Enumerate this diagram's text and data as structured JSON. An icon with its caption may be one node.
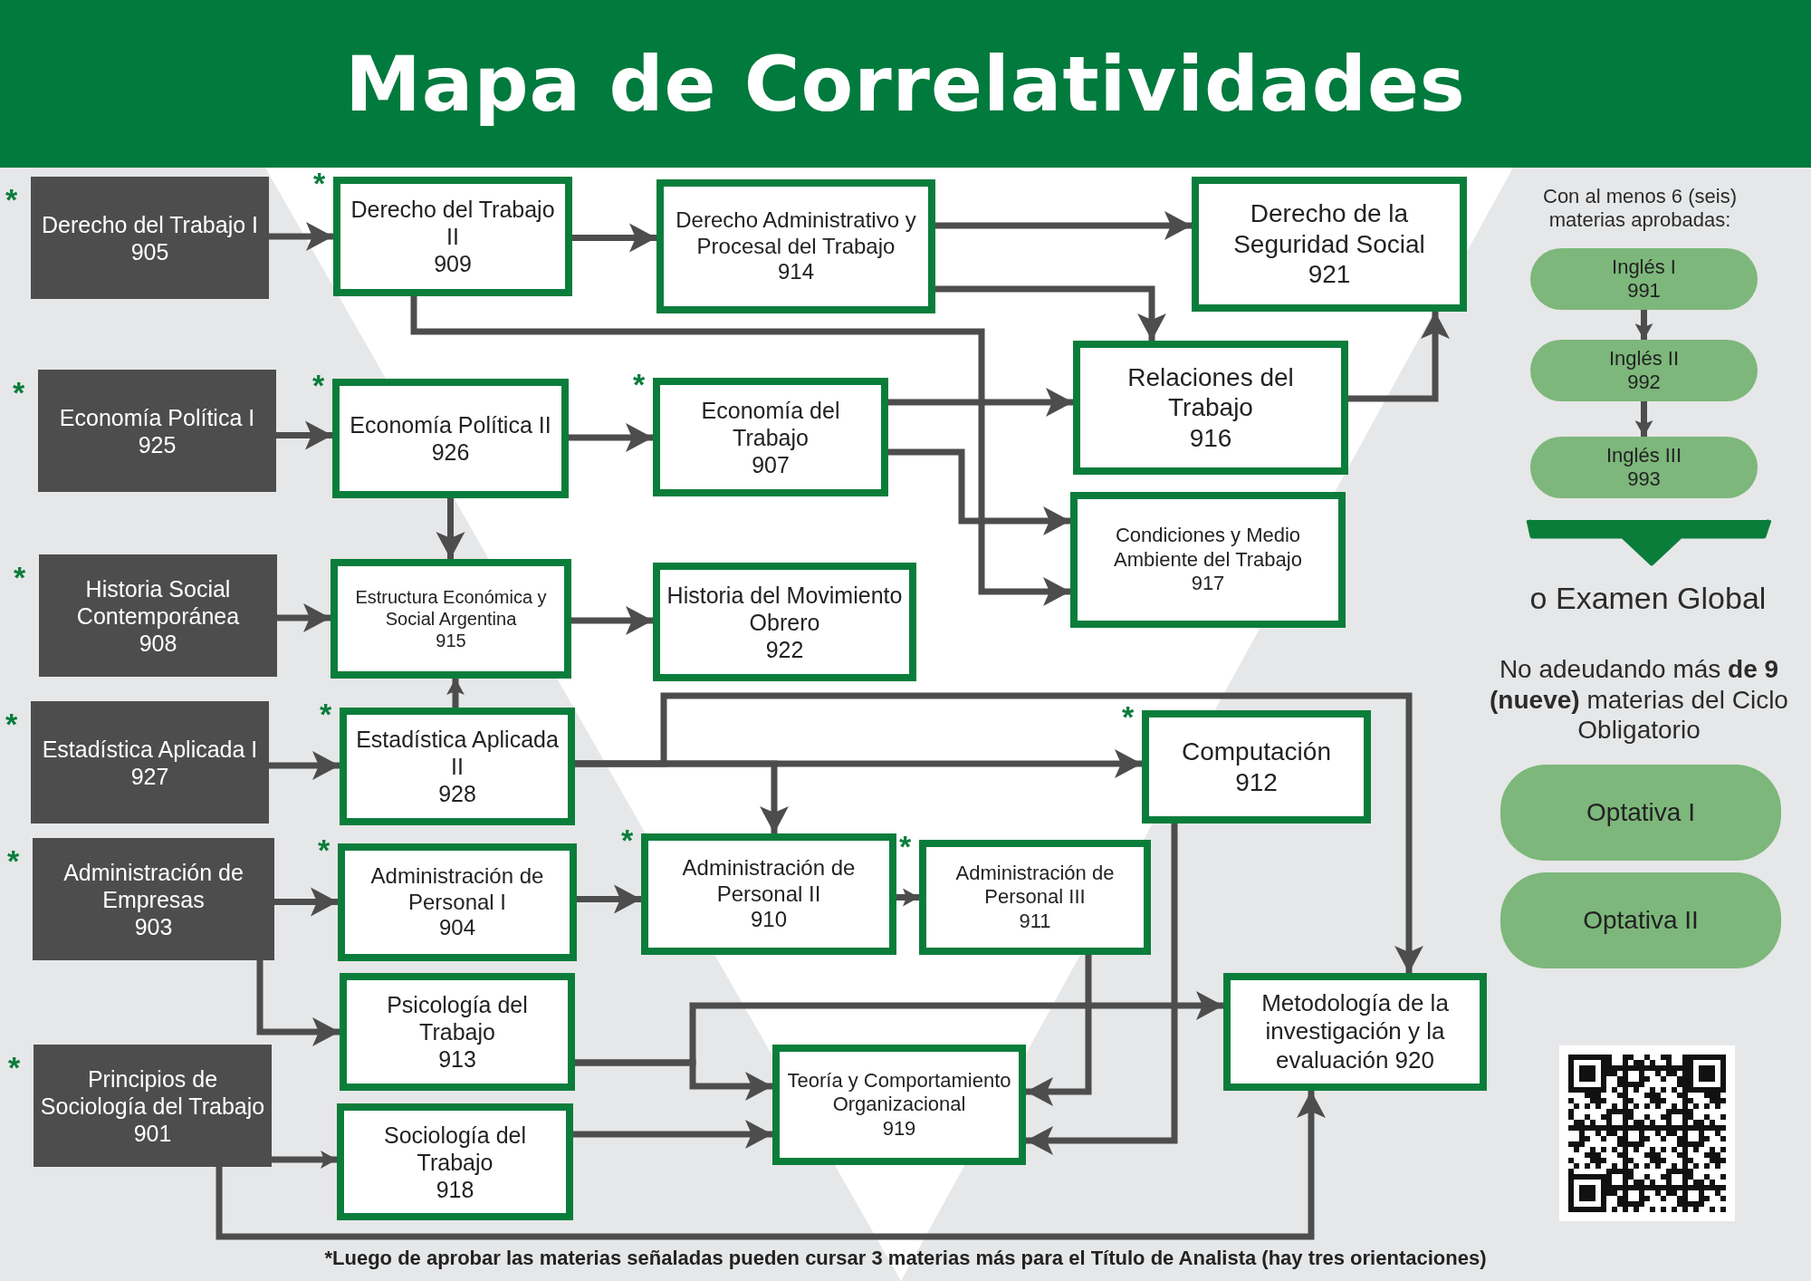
{
  "diagram": {
    "title": "Mapa de Correlatividades",
    "caption": "*Luego de aprobar las materias señaladas pueden cursar 3 materias más para el Título de Analista (hay tres orientaciones)",
    "nodes": [
      {
        "text": [
          "Derecho del Trabajo I",
          "905"
        ],
        "beside": [
          "*"
        ]
      },
      {
        "text": [
          "Derecho del Trabajo II",
          "909"
        ],
        "beside": [
          "*"
        ]
      },
      {
        "text": [
          "Derecho Administrativo y Procesal del Trabajo",
          "914"
        ]
      },
      {
        "text": [
          "Derecho de la Seguridad Social",
          "921"
        ]
      },
      {
        "text": [
          "Economía Política I",
          "925"
        ],
        "beside": [
          "*"
        ]
      },
      {
        "text": [
          "Economía Política II",
          "926"
        ],
        "beside": [
          "*"
        ]
      },
      {
        "text": [
          "Economía del Trabajo",
          "907"
        ],
        "beside": [
          "*"
        ]
      },
      {
        "text": [
          "Relaciones del Trabajo",
          "916"
        ]
      },
      {
        "text": [
          "Condiciones y Medio Ambiente del Trabajo",
          "917"
        ]
      },
      {
        "text": [
          "Historia Social Contemporánea",
          "908"
        ],
        "beside": [
          "*"
        ]
      },
      {
        "text": [
          "Estructura Económica y Social Argentina",
          "915"
        ]
      },
      {
        "text": [
          "Historia del Movimiento Obrero",
          "922"
        ]
      },
      {
        "text": [
          "Estadística Aplicada I",
          "927"
        ],
        "beside": [
          "*"
        ]
      },
      {
        "text": [
          "Estadística Aplicada II",
          "928"
        ],
        "beside": [
          "*"
        ]
      },
      {
        "text": [
          "Computación",
          "912"
        ],
        "beside": [
          "*"
        ]
      },
      {
        "text": [
          "Administración de Empresas",
          "903"
        ],
        "beside": [
          "*"
        ]
      },
      {
        "text": [
          "Administración de Personal I",
          "904"
        ],
        "beside": [
          "*"
        ]
      },
      {
        "text": [
          "Administración de Personal II",
          "910"
        ],
        "beside": [
          "*"
        ]
      },
      {
        "text": [
          "Administración de Personal III",
          "911"
        ],
        "beside": [
          "*"
        ]
      },
      {
        "text": [
          "Psicología del Trabajo",
          "913"
        ]
      },
      {
        "text": [
          "Principios de Sociología del Trabajo",
          "901"
        ],
        "beside": [
          "*"
        ]
      },
      {
        "text": [
          "Sociología del Trabajo",
          "918"
        ]
      },
      {
        "text": [
          "Teoría y Comportamiento Organizacional",
          "919"
        ]
      },
      {
        "text": [
          "Metodología de la investigación y la evaluación 920"
        ]
      },
      {
        "text": [
          "Inglés I",
          "991"
        ]
      },
      {
        "text": [
          "Inglés II",
          "992"
        ]
      },
      {
        "text": [
          "Inglés III",
          "993"
        ]
      },
      {
        "text": [
          "Optativa I"
        ]
      },
      {
        "text": [
          "Optativa II"
        ]
      }
    ],
    "edges": [
      {
        "from": 0,
        "to": 1,
        "arrow": "to"
      },
      {
        "from": 1,
        "to": 2,
        "arrow": "to"
      },
      {
        "from": 2,
        "to": 3,
        "arrow": "to"
      },
      {
        "from": 2,
        "to": 7,
        "arrow": "to"
      },
      {
        "from": 1,
        "to": 8,
        "arrow": "to"
      },
      {
        "from": 4,
        "to": 5,
        "arrow": "to"
      },
      {
        "from": 5,
        "to": 6,
        "arrow": "to"
      },
      {
        "from": 5,
        "to": 10,
        "arrow": "to"
      },
      {
        "from": 6,
        "to": 7,
        "arrow": "to"
      },
      {
        "from": 6,
        "to": 8,
        "arrow": "to"
      },
      {
        "from": 7,
        "to": 3,
        "arrow": "to"
      },
      {
        "from": 9,
        "to": 10,
        "arrow": "to"
      },
      {
        "from": 10,
        "to": 11,
        "arrow": "to"
      },
      {
        "from": 12,
        "to": 13,
        "arrow": "to"
      },
      {
        "from": 13,
        "to": 10,
        "arrow": "to"
      },
      {
        "from": 13,
        "to": 14,
        "arrow": "to"
      },
      {
        "from": 13,
        "to": 17,
        "arrow": "to"
      },
      {
        "from": 13,
        "to": 23,
        "arrow": "to"
      },
      {
        "from": 15,
        "to": 16,
        "arrow": "to"
      },
      {
        "from": 15,
        "to": 19,
        "arrow": "to"
      },
      {
        "from": 16,
        "to": 17,
        "arrow": "to"
      },
      {
        "from": 17,
        "to": 18,
        "arrow": "to"
      },
      {
        "from": 18,
        "to": 22,
        "arrow": "to"
      },
      {
        "from": 14,
        "to": 22,
        "arrow": "to"
      },
      {
        "from": 19,
        "to": 22,
        "arrow": "to"
      },
      {
        "from": 19,
        "to": 23,
        "arrow": "to"
      },
      {
        "from": 21,
        "to": 22,
        "arrow": "to"
      },
      {
        "from": 20,
        "to": 21,
        "arrow": "to"
      },
      {
        "from": 20,
        "to": 23,
        "arrow": "to"
      },
      {
        "from": 24,
        "to": 25,
        "arrow": "to"
      },
      {
        "from": 25,
        "to": 26,
        "arrow": "to"
      }
    ],
    "labels": [
      "Con al menos 6 (seis) materias aprobadas:",
      "o Examen Global",
      "No adeudando más **de 9 (nueve)** materias del Ciclo Obligatorio"
    ]
  }
}
